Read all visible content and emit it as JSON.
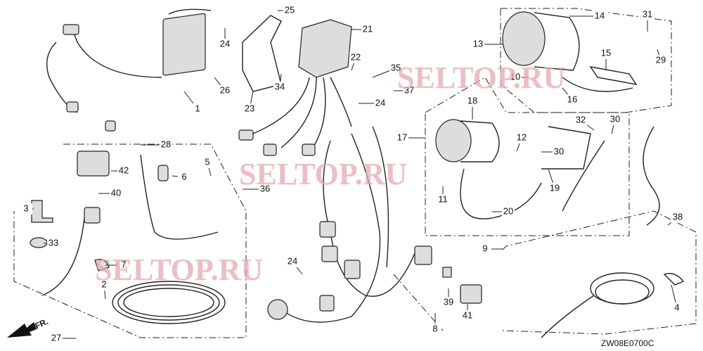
{
  "diagram": {
    "code": "ZW08E0700C",
    "front_arrow_label": "FR.",
    "watermarks": [
      "SELTOP.RU",
      "SELTOP.RU",
      "SELTOP.RU"
    ],
    "callouts": [
      "1",
      "2",
      "3",
      "4",
      "5",
      "6",
      "7",
      "8",
      "9",
      "10",
      "11",
      "12",
      "13",
      "14",
      "15",
      "16",
      "17",
      "18",
      "19",
      "20",
      "21",
      "22",
      "23",
      "24",
      "24",
      "24",
      "25",
      "26",
      "27",
      "28",
      "29",
      "30",
      "30",
      "31",
      "32",
      "33",
      "34",
      "35",
      "36",
      "37",
      "38",
      "39",
      "40",
      "41",
      "42"
    ]
  }
}
